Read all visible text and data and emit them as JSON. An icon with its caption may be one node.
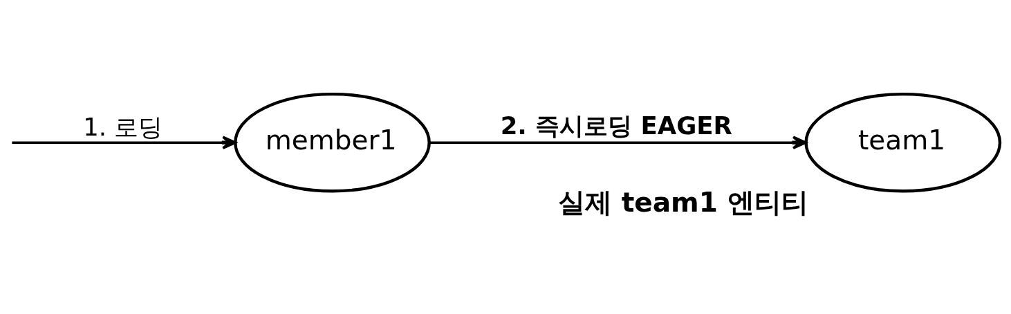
{
  "diagram": {
    "nodes": [
      {
        "text": [
          "member1"
        ]
      },
      {
        "text": [
          "team1"
        ],
        "beside": [
          "실제 team1 엔티티"
        ]
      }
    ],
    "edges": [
      {
        "from": null,
        "to": 0,
        "arrow": "to",
        "label": "1. 로딩"
      },
      {
        "from": 0,
        "to": 1,
        "arrow": "to",
        "label": "2. 즉시로딩 EAGER"
      }
    ]
  }
}
